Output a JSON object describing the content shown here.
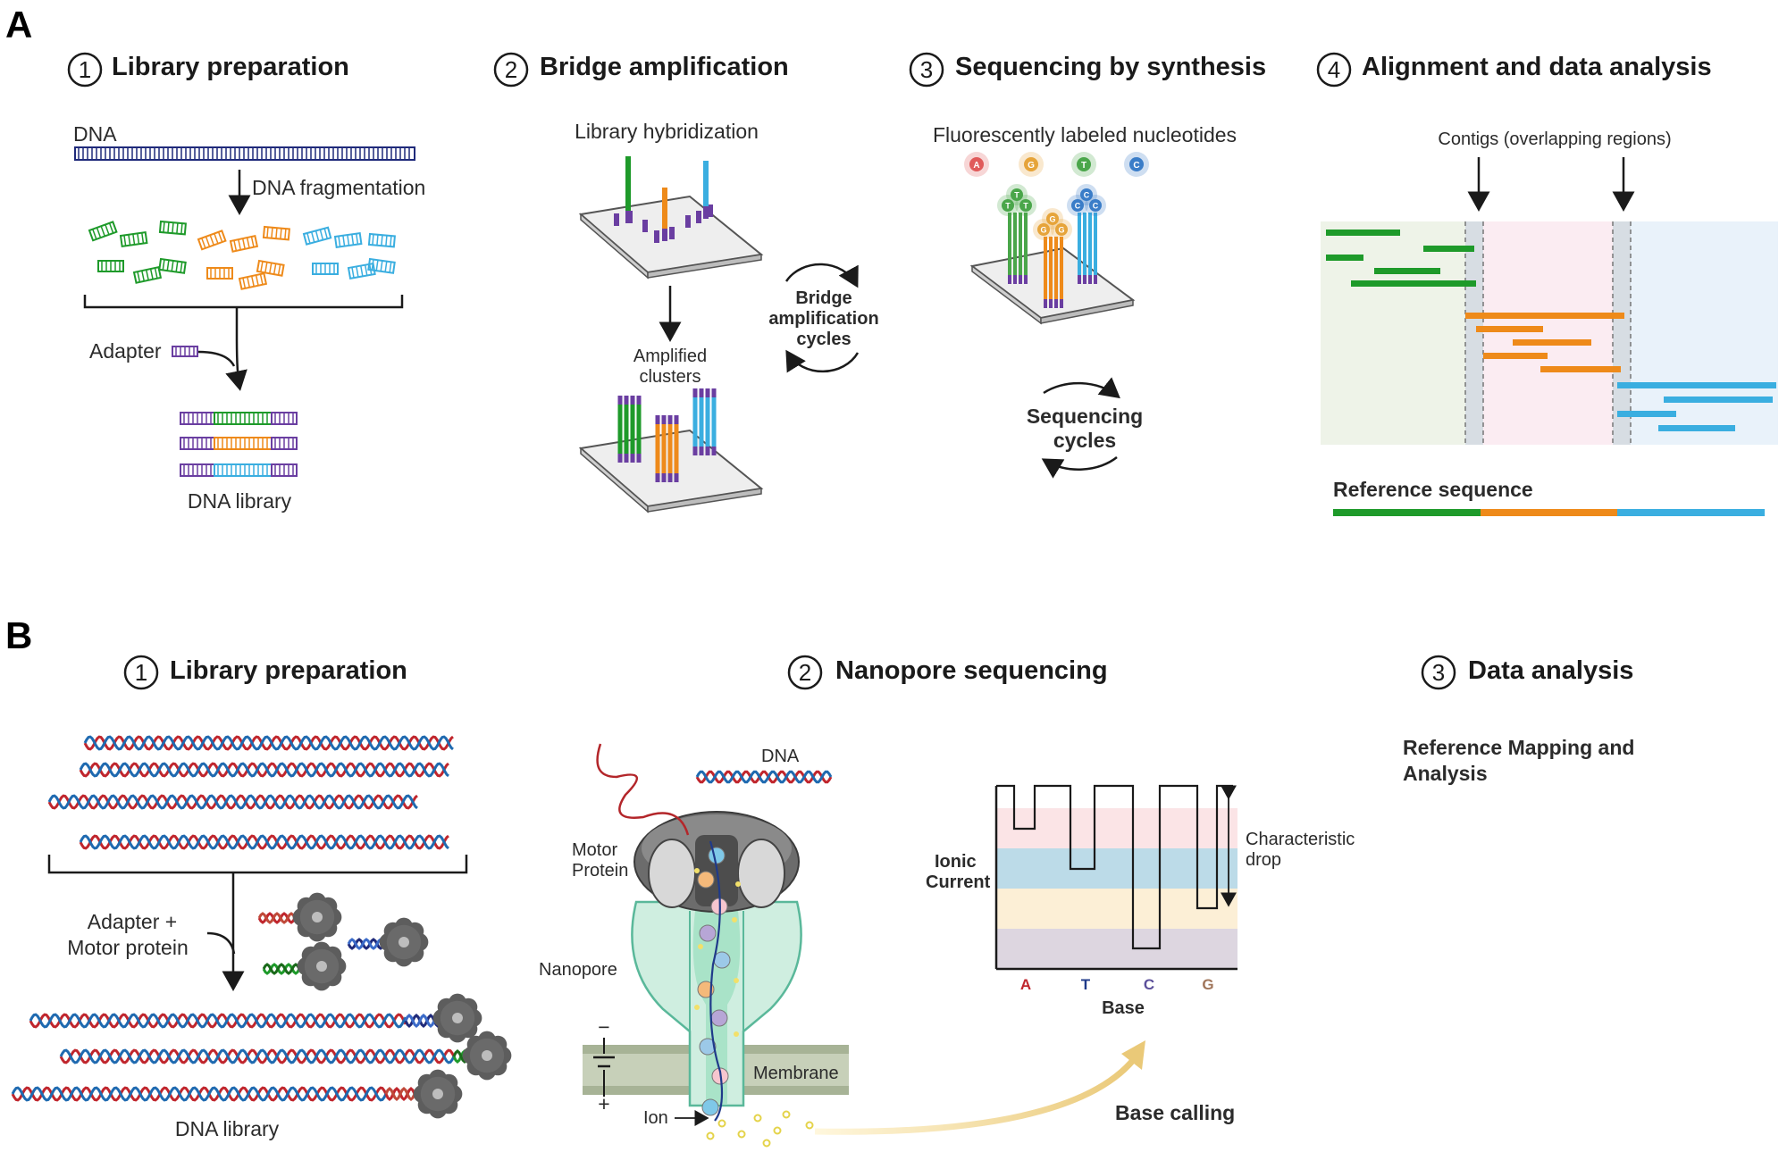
{
  "panels": {
    "a": "A",
    "b": "B"
  },
  "panelA": {
    "steps": [
      {
        "num": "1",
        "title": "Library preparation"
      },
      {
        "num": "2",
        "title": "Bridge amplification"
      },
      {
        "num": "3",
        "title": "Sequencing by synthesis"
      },
      {
        "num": "4",
        "title": "Alignment and data analysis"
      }
    ],
    "lib": {
      "dna": "DNA",
      "fragmentation": "DNA fragmentation",
      "adapter": "Adapter",
      "library": "DNA library"
    },
    "bridge": {
      "hybridization": "Library hybridization",
      "amplified_1": "Amplified",
      "amplified_2": "clusters",
      "cycles_1": "Bridge",
      "cycles_2": "amplification",
      "cycles_3": "cycles"
    },
    "sbs": {
      "nucleotides": "Fluorescently labeled nucleotides",
      "bases": [
        "A",
        "G",
        "T",
        "C"
      ],
      "cycles_1": "Sequencing",
      "cycles_2": "cycles"
    },
    "align": {
      "contigs": "Contigs (overlapping regions)",
      "reference": "Reference sequence"
    }
  },
  "panelB": {
    "steps": [
      {
        "num": "1",
        "title": "Library preparation"
      },
      {
        "num": "2",
        "title": "Nanopore sequencing"
      },
      {
        "num": "3",
        "title": "Data analysis"
      }
    ],
    "lib": {
      "adapter_1": "Adapter +",
      "adapter_2": "Motor protein",
      "library": "DNA library"
    },
    "pore": {
      "dna": "DNA",
      "motor_1": "Motor",
      "motor_2": "Protein",
      "nanopore": "Nanopore",
      "membrane": "Membrane",
      "ion": "Ion",
      "minus": "−",
      "plus": "+"
    },
    "signal": {
      "ionic_1": "Ionic",
      "ionic_2": "Current",
      "drop_1": "Characteristic",
      "drop_2": "drop",
      "bases": [
        "A",
        "T",
        "C",
        "G"
      ],
      "xlabel": "Base"
    },
    "base_calling": "Base calling",
    "mapping_1": "Reference Mapping and",
    "mapping_2": "Analysis"
  },
  "colors": {
    "green": "#1e9a2a",
    "orange": "#ee8a1a",
    "blue": "#3aaee0",
    "purple": "#6a3ea1",
    "navy": "#1f2a7a",
    "red": "#c0262d"
  }
}
